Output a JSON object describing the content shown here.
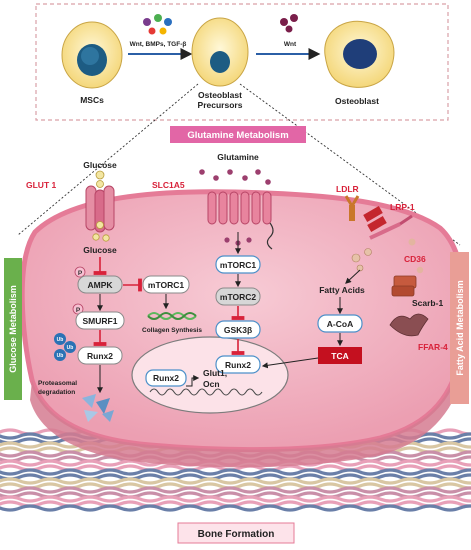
{
  "stages": {
    "mscs": "MSCs",
    "precursors_line1": "Osteoblast",
    "precursors_line2": "Precursors",
    "osteoblast": "Osteoblast",
    "signal1": "Wnt, BMPs, TGF-β",
    "signal2": "Wnt"
  },
  "banners": {
    "glutamine": "Glutamine Metabolism",
    "glucose": "Glucose Metabolism",
    "fatty_acid": "Fatty Acid Metabolism",
    "bone": "Bone Formation"
  },
  "transporters": {
    "glut1": "GLUT 1",
    "glucose_top": "Glucose",
    "glucose_in": "Glucose",
    "slc1a5": "SLC1A5",
    "glutamine": "Glutamine",
    "ldlr": "LDLR",
    "lrp1": "LRP-1",
    "cd36": "CD36",
    "scarb1": "Scarb-1",
    "ffar4": "FFAR-4"
  },
  "nodes": {
    "ampk": "AMPK",
    "mtorc1_left": "mTORC1",
    "smurf1": "SMURF1",
    "runx2_left": "Runx2",
    "mtorc1_mid": "mTORC1",
    "mtorc2": "mTORC2",
    "gsk3b": "GSK3β",
    "runx2_mid": "Runx2",
    "acoa": "A-CoA",
    "tca": "TCA",
    "runx2_nuc": "Runx2",
    "fatty_acids": "Fatty Acids",
    "p1": "P",
    "p2": "P",
    "ub1": "Ub",
    "ub2": "Ub",
    "ub3": "Ub"
  },
  "labels": {
    "collagen": "Collagen Synthesis",
    "proteasome1": "Proteasomal",
    "proteasome2": "degradation",
    "targets1": "Glut1,",
    "targets2": "Ocn"
  },
  "colors": {
    "cell_fill": "#f2b2c2",
    "membrane": "#e57b97",
    "inhibit": "#d8223a",
    "node_fill": "#d7d7d7",
    "bone_fiber_pink": "#e8a0b8",
    "bone_fiber_blue": "#6a7fa8",
    "banner_green": "#6ab04c",
    "banner_salmon": "#e99e96"
  }
}
